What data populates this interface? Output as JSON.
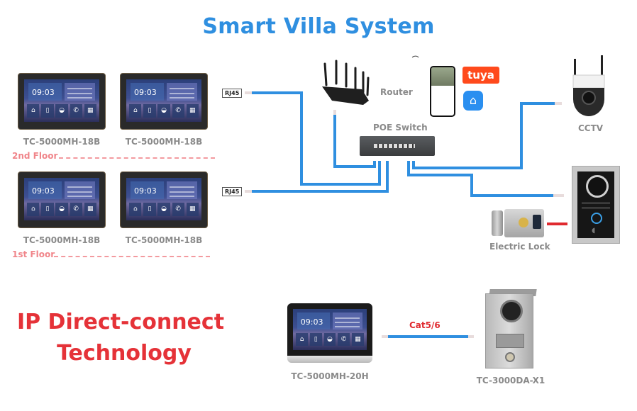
{
  "title": "Smart Villa System",
  "floors": [
    {
      "label": "2nd Floor",
      "monitors": [
        "TC-5000MH-18B",
        "TC-5000MH-18B"
      ]
    },
    {
      "label": "1st Floor",
      "monitors": [
        "TC-5000MH-18B",
        "TC-5000MH-18B"
      ]
    }
  ],
  "monitor_screen": {
    "clock": "09:03",
    "tile_icons": [
      "home-icon",
      "intercom-icon",
      "camera-icon",
      "call-icon",
      "apps-icon"
    ]
  },
  "connectors": {
    "rj45_top": "RJ45",
    "rj45_bottom": "RJ45"
  },
  "devices": {
    "router": "Router",
    "poe_switch": "POE Switch",
    "cctv": "CCTV",
    "electric_lock": "Electric Lock",
    "tuya_logo": "tuya"
  },
  "direct": {
    "heading_line1": "IP Direct-connect",
    "heading_line2": "Technology",
    "indoor": "TC-5000MH-20H",
    "outdoor": "TC-3000DA-X1",
    "cable": "Cat5/6"
  },
  "colors": {
    "title_blue": "#2f8fe0",
    "wire_blue": "#2f8fe0",
    "lock_wire_red": "#e02a2f",
    "heading_red": "#e53238",
    "floor_pink": "#f0858a",
    "tuya_orange": "#ff4a1c"
  }
}
